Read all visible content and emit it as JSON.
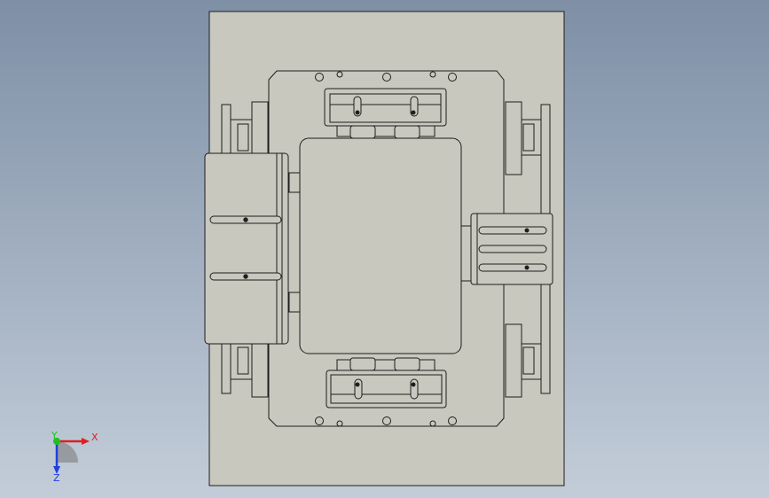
{
  "viewport": {
    "background_top": "#7e8fa6",
    "background_bottom": "#c3cdd9",
    "part_fill": "#c8c8be",
    "edge_color": "#1e1e1e"
  },
  "triad": {
    "x_label": "X",
    "y_label": "Y",
    "z_label": "Z",
    "x_color": "#e02020",
    "y_color": "#20c020",
    "z_color": "#2040e0"
  }
}
